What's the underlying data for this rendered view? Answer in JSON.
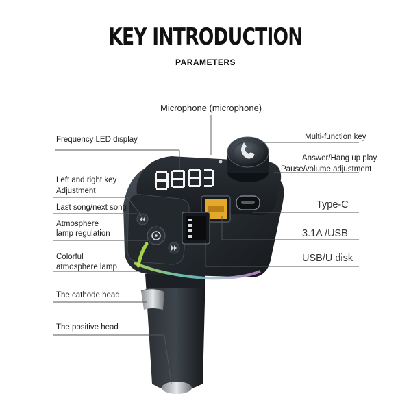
{
  "header": {
    "title": "KEY INTRODUCTION",
    "subtitle": "PARAMETERS"
  },
  "labels": {
    "microphone": "Microphone (microphone)",
    "frequency_display": "Frequency LED display",
    "multi_function_key": "Multi-function key",
    "answer_hangup": "Answer/Hang up play",
    "pause_volume": "Pause/volume adjustment",
    "left_right_key": "Left and right key",
    "adjustment": "Adjustment",
    "last_next_song": "Last song/next song",
    "atmosphere_lamp_1": "Atmosphere",
    "atmosphere_lamp_2": "lamp regulation",
    "type_c": "Type-C",
    "usb_31a": "3.1A /USB",
    "usb_disk": "USB/U disk",
    "colorful_1": "Colorful",
    "colorful_2": "atmosphere lamp",
    "cathode_head": "The cathode head",
    "positive_head": "The positive head"
  },
  "colors": {
    "body_dark": "#1f2428",
    "body_mid": "#3a4148",
    "usb_yellow": "#e0a628",
    "led_white": "#f2f2f2",
    "glow_green": "#b8e04a",
    "glow_teal": "#5fd3c8"
  }
}
